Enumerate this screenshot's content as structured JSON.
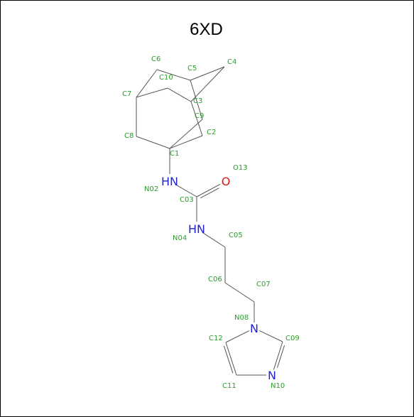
{
  "molecule": {
    "title": "6XD",
    "colors": {
      "bond": "#555555",
      "carbon_label": "#2a9d2a",
      "nitrogen": "#1f1fd6",
      "oxygen": "#e01414"
    },
    "atoms": [
      {
        "id": "C1",
        "label": "C1"
      },
      {
        "id": "C2",
        "label": "C2"
      },
      {
        "id": "C3",
        "label": "C3"
      },
      {
        "id": "C4",
        "label": "C4"
      },
      {
        "id": "C5",
        "label": "C5"
      },
      {
        "id": "C6",
        "label": "C6"
      },
      {
        "id": "C7",
        "label": "C7"
      },
      {
        "id": "C8",
        "label": "C8"
      },
      {
        "id": "C9",
        "label": "C9"
      },
      {
        "id": "C10",
        "label": "C10"
      },
      {
        "id": "N02",
        "label": "N02",
        "symbol": "HN"
      },
      {
        "id": "C03",
        "label": "C03"
      },
      {
        "id": "O13",
        "label": "O13",
        "symbol": "O"
      },
      {
        "id": "N04",
        "label": "N04",
        "symbol": "HN"
      },
      {
        "id": "C05",
        "label": "C05"
      },
      {
        "id": "C06",
        "label": "C06"
      },
      {
        "id": "C07",
        "label": "C07"
      },
      {
        "id": "N08",
        "label": "N08",
        "symbol": "N"
      },
      {
        "id": "C09",
        "label": "C09"
      },
      {
        "id": "N10",
        "label": "N10",
        "symbol": "N"
      },
      {
        "id": "C11",
        "label": "C11"
      },
      {
        "id": "C12",
        "label": "C12"
      }
    ],
    "bonds": [
      {
        "from": "C1",
        "to": "C2",
        "order": 1
      },
      {
        "from": "C2",
        "to": "C3",
        "order": 1
      },
      {
        "from": "C3",
        "to": "C4",
        "order": 1
      },
      {
        "from": "C3",
        "to": "C10",
        "order": 1
      },
      {
        "from": "C4",
        "to": "C5",
        "order": 1
      },
      {
        "from": "C5",
        "to": "C6",
        "order": 1
      },
      {
        "from": "C5",
        "to": "C9",
        "order": 1
      },
      {
        "from": "C6",
        "to": "C7",
        "order": 1
      },
      {
        "from": "C7",
        "to": "C8",
        "order": 1
      },
      {
        "from": "C7",
        "to": "C10",
        "order": 1
      },
      {
        "from": "C8",
        "to": "C1",
        "order": 1
      },
      {
        "from": "C9",
        "to": "C1",
        "order": 1
      },
      {
        "from": "C1",
        "to": "N02",
        "order": 1
      },
      {
        "from": "N02",
        "to": "C03",
        "order": 1
      },
      {
        "from": "C03",
        "to": "O13",
        "order": 2
      },
      {
        "from": "C03",
        "to": "N04",
        "order": 1
      },
      {
        "from": "N04",
        "to": "C05",
        "order": 1
      },
      {
        "from": "C05",
        "to": "C06",
        "order": 1
      },
      {
        "from": "C06",
        "to": "C07",
        "order": 1
      },
      {
        "from": "C07",
        "to": "N08",
        "order": 1
      },
      {
        "from": "N08",
        "to": "C09",
        "order": 1
      },
      {
        "from": "C09",
        "to": "N10",
        "order": 2
      },
      {
        "from": "N10",
        "to": "C11",
        "order": 1
      },
      {
        "from": "C11",
        "to": "C12",
        "order": 2
      },
      {
        "from": "C12",
        "to": "N08",
        "order": 1
      }
    ]
  }
}
